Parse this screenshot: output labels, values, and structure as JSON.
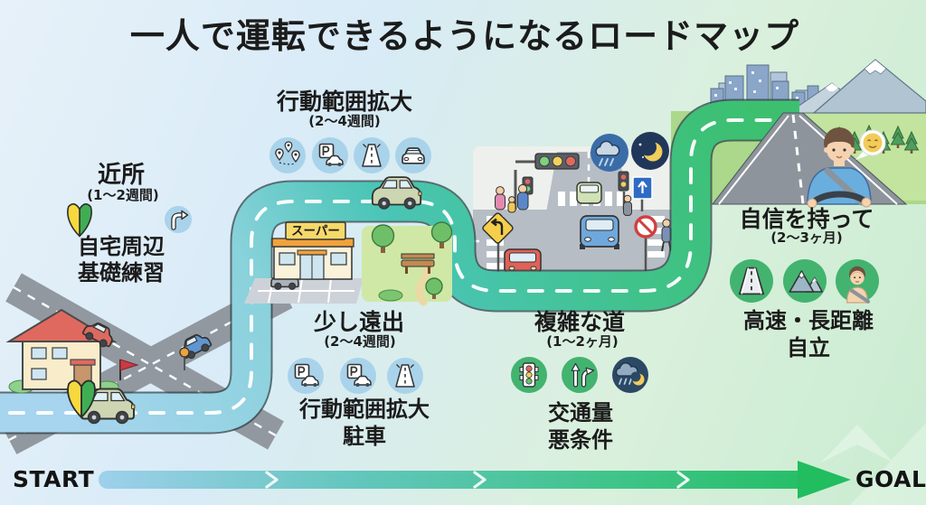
{
  "title": "一人で運転できるようになるロードマップ",
  "footer": {
    "start": "START",
    "goal": "GOAL"
  },
  "scene": {
    "supermarket_sign": "スーパー"
  },
  "stages": [
    {
      "name": "近所",
      "duration": "(1〜2週間)",
      "line1": "自宅周辺",
      "line2": "基礎練習",
      "icons": [
        "beginner-mark-icon",
        "turn-right-icon"
      ]
    },
    {
      "name": "行動範囲拡大",
      "duration": "(2〜4週間)",
      "icons": [
        "map-pins-icon",
        "parking-car-icon",
        "road-icon",
        "car-front-icon"
      ]
    },
    {
      "name": "少し遠出",
      "duration": "(2〜4週間)",
      "line1": "行動範囲拡大",
      "line2": "駐車",
      "icons": [
        "parking-car-icon",
        "parking-car-icon",
        "road-icon"
      ]
    },
    {
      "name": "複雑な道",
      "duration": "(1〜2ヶ月)",
      "line1": "交通量",
      "line2": "悪条件",
      "icons": [
        "traffic-light-icon",
        "branch-arrow-icon",
        "night-rain-icon"
      ]
    },
    {
      "name": "自信を持って",
      "duration": "(2〜3ヶ月)",
      "line1": "高速・長距離",
      "line2": "自立",
      "icons": [
        "highway-icon",
        "mountains-icon",
        "seatbelt-driver-icon"
      ]
    }
  ],
  "colors": {
    "road_start_blue": "#a7d4ee",
    "road_teal": "#4ac5b6",
    "road_green": "#3cc070",
    "icon_blue_bg": "#a9d3ea",
    "icon_green_bg": "#43b370",
    "icon_navy_bg": "#2b4965",
    "rain_circle_bg": "#3a6da8",
    "moon_circle_bg": "#20375a",
    "arrow_start": "#9fd0ec",
    "arrow_end": "#21bd5f",
    "text": "#1b1b1b"
  }
}
